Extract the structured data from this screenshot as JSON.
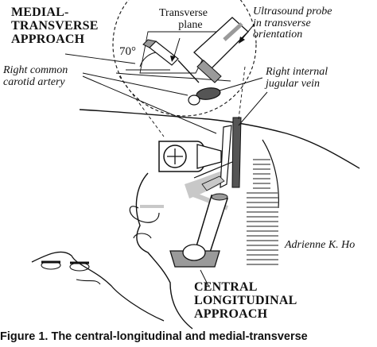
{
  "labels": {
    "medial_transverse": [
      "MEDIAL-",
      "TRANSVERSE",
      "APPROACH"
    ],
    "transverse_plane": [
      "Transverse",
      "plane"
    ],
    "angle": "70°",
    "probe": [
      "Ultrasound probe",
      "in transverse",
      "orientation"
    ],
    "carotid": [
      "Right common",
      "carotid artery"
    ],
    "jugular": [
      "Right internal",
      "jugular vein"
    ],
    "artist": "Adrienne K. Ho",
    "central_longitudinal": [
      "CENTRAL",
      "LONGITUDINAL",
      "APPROACH"
    ]
  },
  "caption": "Figure 1. The central-longitudinal and medial-transverse",
  "colors": {
    "ink": "#111111",
    "vein_fill": "#555555",
    "probe_gray": "#9a9a9a",
    "light_gray": "#c8c8c8",
    "hatch": "#777777"
  }
}
